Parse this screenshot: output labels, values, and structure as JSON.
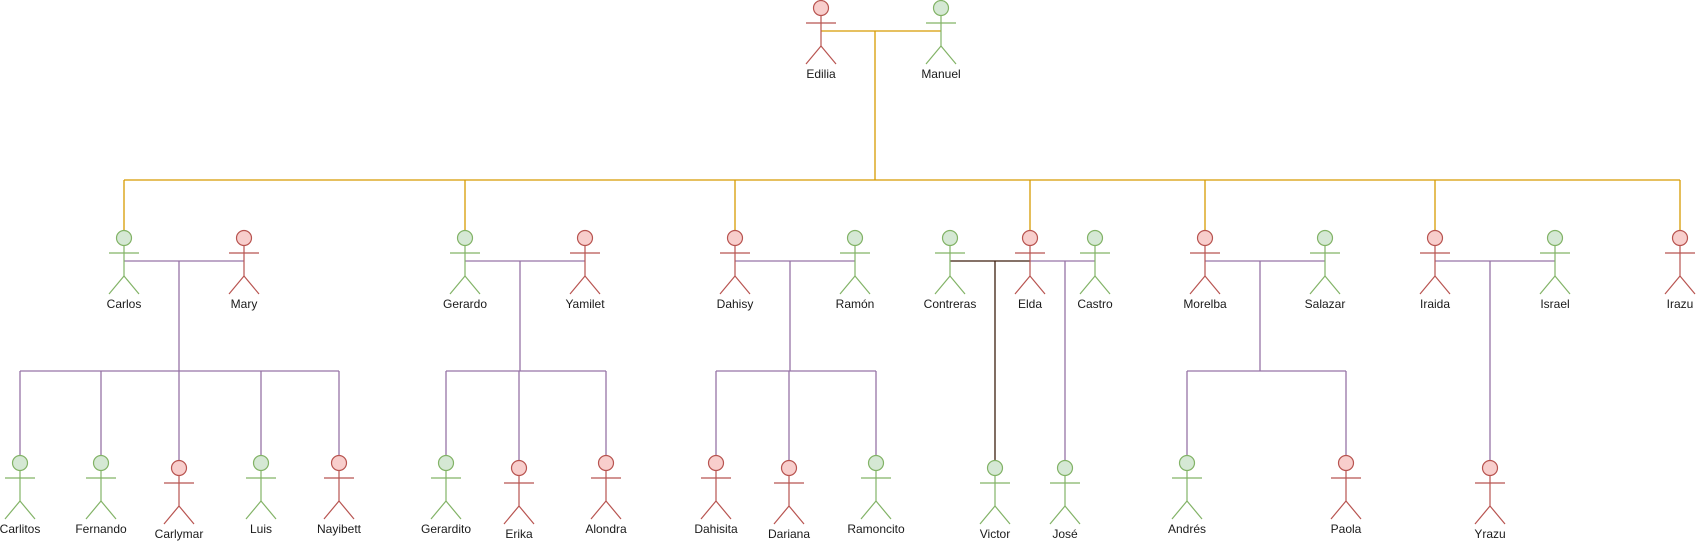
{
  "colors": {
    "female_fill": "#f8cecc",
    "female_stroke": "#b85450",
    "male_fill": "#d5e8d4",
    "male_stroke": "#82b366",
    "link_root": "#d79b00",
    "link_family": "#9673a6",
    "link_other": "#3d1f0f"
  },
  "people": [
    {
      "id": "edilia",
      "name": "Edilia",
      "sex": "f"
    },
    {
      "id": "manuel",
      "name": "Manuel",
      "sex": "m"
    },
    {
      "id": "carlos",
      "name": "Carlos",
      "sex": "m"
    },
    {
      "id": "mary",
      "name": "Mary",
      "sex": "f"
    },
    {
      "id": "gerardo",
      "name": "Gerardo",
      "sex": "m"
    },
    {
      "id": "yamilet",
      "name": "Yamilet",
      "sex": "f"
    },
    {
      "id": "dahisy",
      "name": "Dahisy",
      "sex": "f"
    },
    {
      "id": "ramon",
      "name": "Ramón",
      "sex": "m"
    },
    {
      "id": "contreras",
      "name": "Contreras",
      "sex": "m"
    },
    {
      "id": "elda",
      "name": "Elda",
      "sex": "f"
    },
    {
      "id": "castro",
      "name": "Castro",
      "sex": "m"
    },
    {
      "id": "morelba",
      "name": "Morelba",
      "sex": "f"
    },
    {
      "id": "salazar",
      "name": "Salazar",
      "sex": "m"
    },
    {
      "id": "iraida",
      "name": "Iraida",
      "sex": "f"
    },
    {
      "id": "israel",
      "name": "Israel",
      "sex": "m"
    },
    {
      "id": "irazu",
      "name": "Irazu",
      "sex": "f"
    },
    {
      "id": "carlitos",
      "name": "Carlitos",
      "sex": "m"
    },
    {
      "id": "fernando",
      "name": "Fernando",
      "sex": "m"
    },
    {
      "id": "carlymar",
      "name": "Carlymar",
      "sex": "f"
    },
    {
      "id": "luis",
      "name": "Luis",
      "sex": "m"
    },
    {
      "id": "nayibett",
      "name": "Nayibett",
      "sex": "f"
    },
    {
      "id": "gerardito",
      "name": "Gerardito",
      "sex": "m"
    },
    {
      "id": "erika",
      "name": "Erika",
      "sex": "f"
    },
    {
      "id": "alondra",
      "name": "Alondra",
      "sex": "f"
    },
    {
      "id": "dahisita",
      "name": "Dahisita",
      "sex": "f"
    },
    {
      "id": "dariana",
      "name": "Dariana",
      "sex": "f"
    },
    {
      "id": "ramoncito",
      "name": "Ramoncito",
      "sex": "m"
    },
    {
      "id": "victor",
      "name": "Victor",
      "sex": "m"
    },
    {
      "id": "jose",
      "name": "José",
      "sex": "m"
    },
    {
      "id": "andres",
      "name": "Andrés",
      "sex": "m"
    },
    {
      "id": "paola",
      "name": "Paola",
      "sex": "f"
    },
    {
      "id": "yrazu",
      "name": "Yrazu",
      "sex": "f"
    }
  ],
  "couples": [
    {
      "a": "edilia",
      "b": "manuel",
      "link": "root"
    },
    {
      "a": "carlos",
      "b": "mary",
      "link": "family"
    },
    {
      "a": "gerardo",
      "b": "yamilet",
      "link": "family"
    },
    {
      "a": "dahisy",
      "b": "ramon",
      "link": "family"
    },
    {
      "a": "contreras",
      "b": "elda",
      "link": "other"
    },
    {
      "a": "elda",
      "b": "castro",
      "link": "family"
    },
    {
      "a": "morelba",
      "b": "salazar",
      "link": "family"
    },
    {
      "a": "iraida",
      "b": "israel",
      "link": "family"
    }
  ],
  "descent": [
    {
      "parents": [
        "edilia",
        "manuel"
      ],
      "children": [
        "carlos",
        "gerardo",
        "dahisy",
        "elda",
        "morelba",
        "iraida",
        "irazu"
      ],
      "link": "root"
    },
    {
      "parents": [
        "carlos",
        "mary"
      ],
      "children": [
        "carlitos",
        "fernando",
        "carlymar",
        "luis",
        "nayibett"
      ],
      "link": "family"
    },
    {
      "parents": [
        "gerardo",
        "yamilet"
      ],
      "children": [
        "gerardito",
        "erika",
        "alondra"
      ],
      "link": "family"
    },
    {
      "parents": [
        "dahisy",
        "ramon"
      ],
      "children": [
        "dahisita",
        "dariana",
        "ramoncito"
      ],
      "link": "family"
    },
    {
      "parents": [
        "contreras",
        "elda"
      ],
      "children": [
        "victor"
      ],
      "link": "other"
    },
    {
      "parents": [
        "elda",
        "castro"
      ],
      "children": [
        "jose"
      ],
      "link": "family"
    },
    {
      "parents": [
        "morelba",
        "salazar"
      ],
      "children": [
        "andres",
        "paola"
      ],
      "link": "family"
    },
    {
      "parents": [
        "iraida",
        "israel"
      ],
      "children": [
        "yrazu"
      ],
      "link": "family"
    }
  ]
}
